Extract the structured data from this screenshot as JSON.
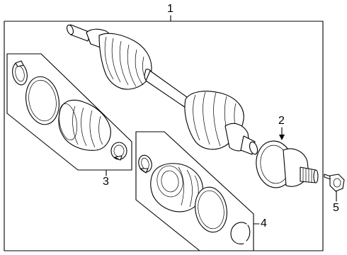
{
  "callouts": {
    "c1": "1",
    "c2": "2",
    "c3": "3",
    "c4": "4",
    "c5": "5"
  },
  "icons": {
    "axle_shaft": "drive-axle-assembly-icon",
    "outer_joint": "outer-cv-joint-icon",
    "boot_kit_outer": "outer-boot-kit-icon",
    "boot_kit_inner": "inner-boot-kit-icon",
    "hub_nut": "hub-nut-icon"
  }
}
